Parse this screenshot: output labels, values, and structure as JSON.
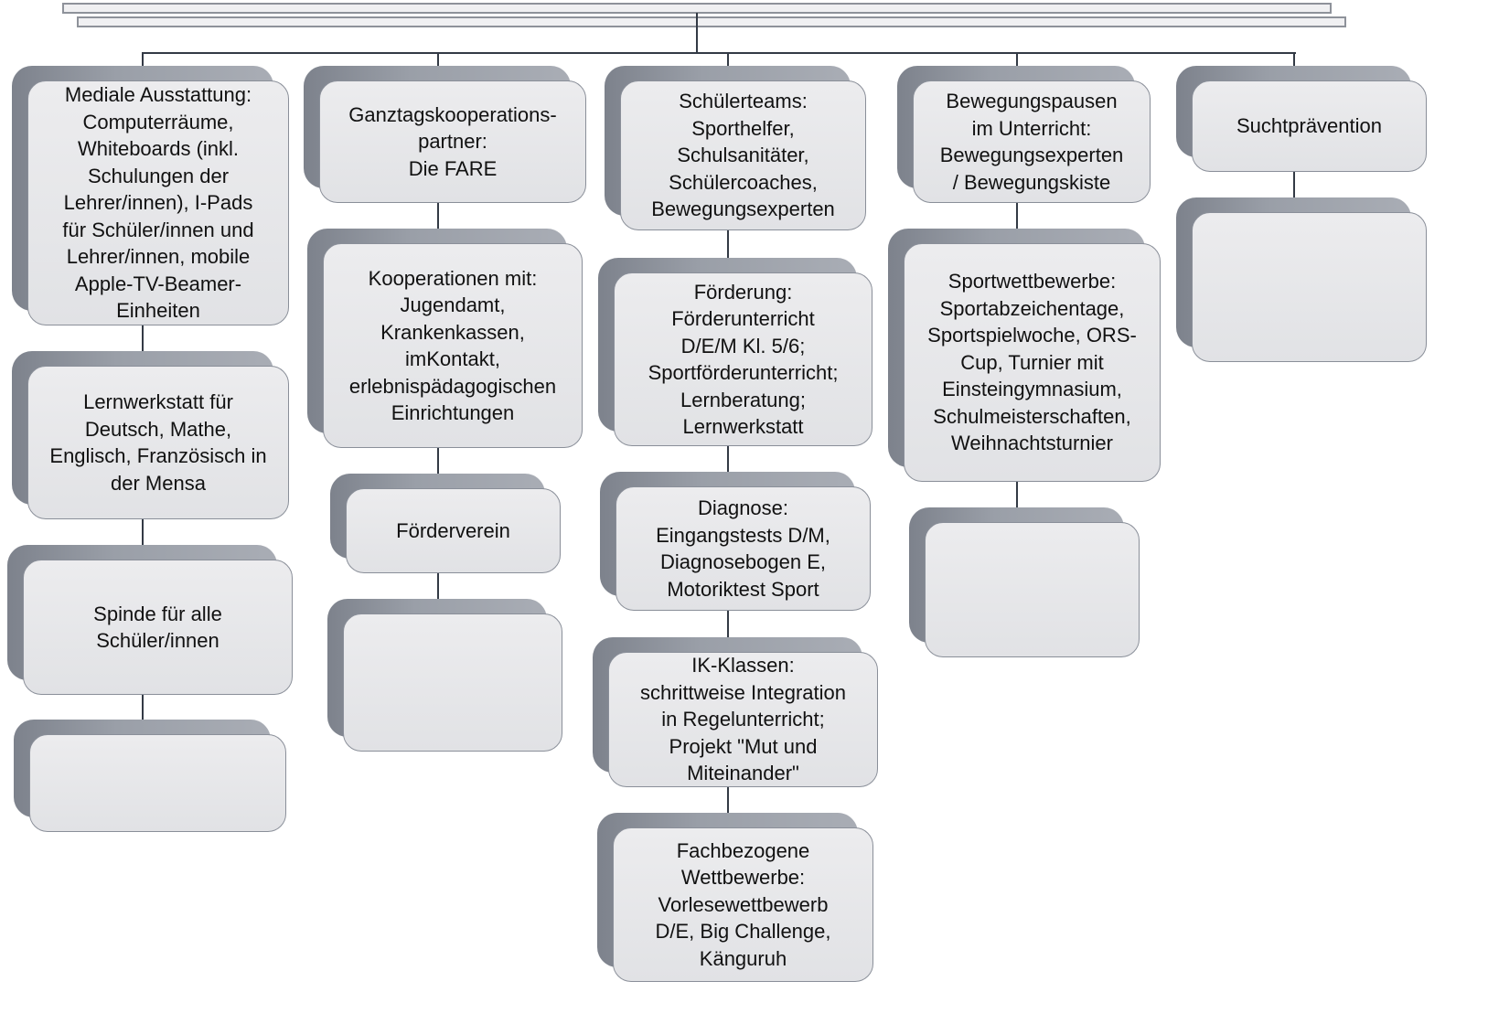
{
  "title": "",
  "subtitle": "",
  "columns": [
    {
      "nodes": [
        {
          "lines": [
            "Mediale Ausstattung:",
            "Computerräume,",
            "Whiteboards (inkl.",
            "Schulungen der",
            "Lehrer/innen), I-Pads",
            "für Schüler/innen und",
            "Lehrer/innen, mobile",
            "Apple-TV-Beamer-",
            "Einheiten"
          ]
        },
        {
          "lines": [
            "Lernwerkstatt für",
            "Deutsch, Mathe,",
            "Englisch, Französisch in",
            "der Mensa"
          ]
        },
        {
          "lines": [
            "Spinde für alle",
            "Schüler/innen"
          ]
        },
        {
          "lines": []
        }
      ]
    },
    {
      "nodes": [
        {
          "lines": [
            "Ganztagskooperations-",
            "partner:",
            "Die FARE"
          ]
        },
        {
          "lines": [
            "Kooperationen mit:",
            "Jugendamt,",
            "Krankenkassen,",
            "imKontakt,",
            "erlebnispädagogischen",
            "Einrichtungen"
          ]
        },
        {
          "lines": [
            "Förderverein"
          ]
        },
        {
          "lines": []
        }
      ]
    },
    {
      "nodes": [
        {
          "lines": [
            "Schülerteams:",
            "Sporthelfer,",
            "Schulsanitäter,",
            "Schülercoaches,",
            "Bewegungsexperten"
          ]
        },
        {
          "lines": [
            "Förderung:",
            "Förderunterricht",
            "D/E/M Kl. 5/6;",
            "Sportförderunterricht;",
            "Lernberatung;",
            "Lernwerkstatt"
          ]
        },
        {
          "lines": [
            "Diagnose:",
            "Eingangstests D/M,",
            "Diagnosebogen E,",
            "Motoriktest Sport"
          ]
        },
        {
          "lines": [
            "IK-Klassen:",
            "schrittweise Integration",
            "in Regelunterricht;",
            "Projekt \"Mut und",
            "Miteinander\""
          ]
        },
        {
          "lines": [
            "Fachbezogene",
            "Wettbewerbe:",
            "Vorlesewettbewerb",
            "D/E, Big Challenge,",
            "Känguruh"
          ]
        }
      ]
    },
    {
      "nodes": [
        {
          "lines": [
            "Bewegungspausen",
            "im Unterricht:",
            "Bewegungsexperten",
            "/ Bewegungskiste"
          ]
        },
        {
          "lines": [
            "Sportwettbewerbe:",
            "Sportabzeichentage,",
            "Sportspielwoche, ORS-",
            "Cup, Turnier mit",
            "Einsteingymnasium,",
            "Schulmeisterschaften,",
            "Weihnachtsturnier"
          ]
        },
        {
          "lines": []
        }
      ]
    },
    {
      "nodes": [
        {
          "lines": [
            "Suchtprävention"
          ]
        },
        {
          "lines": []
        }
      ]
    }
  ]
}
